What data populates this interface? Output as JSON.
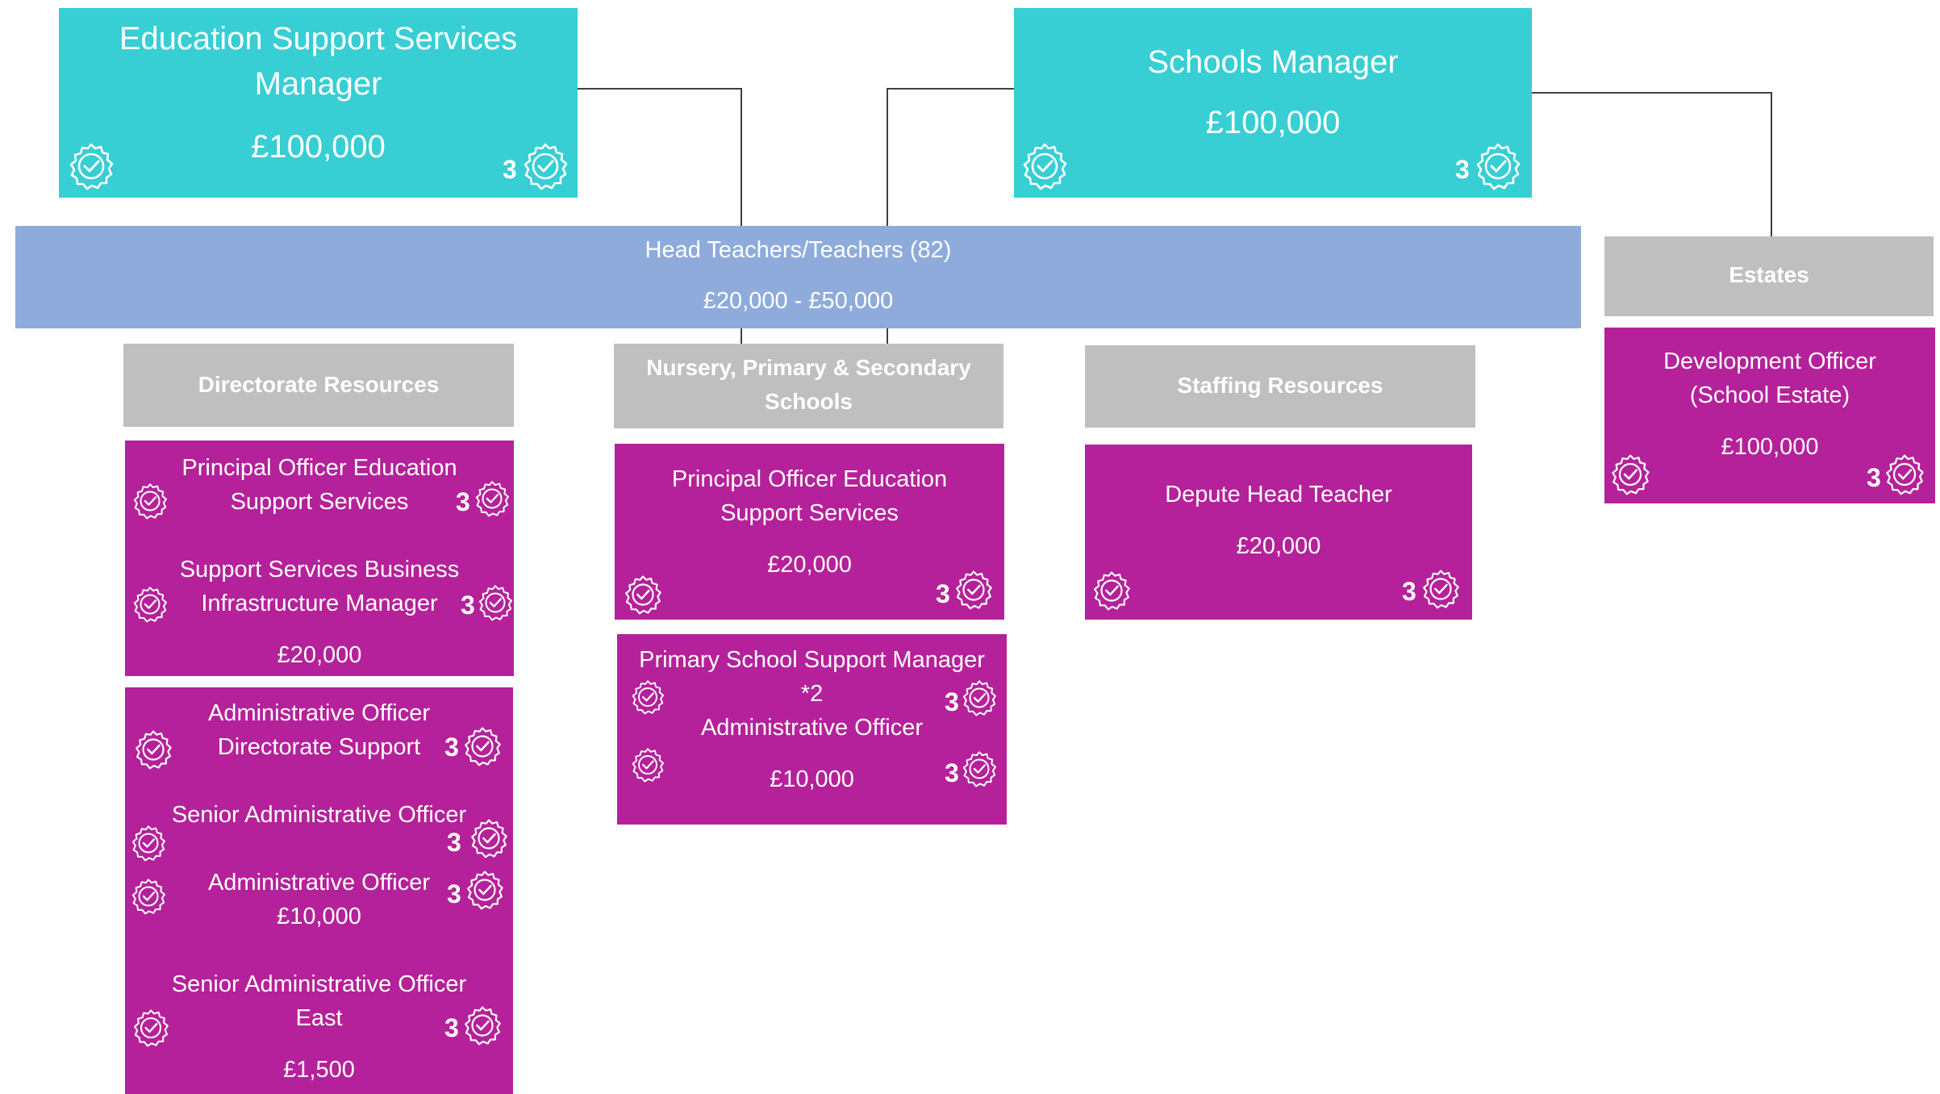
{
  "top": {
    "ess": {
      "line1": "Education Support Services",
      "line2": "Manager",
      "salary": "£100,000",
      "count": "3"
    },
    "schools": {
      "title": "Schools Manager",
      "salary": "£100,000",
      "count": "3"
    }
  },
  "teachers": {
    "title": "Head Teachers/Teachers (82)",
    "salary": "£20,000 - £50,000"
  },
  "estates": {
    "header": "Estates",
    "dev_line1": "Development Officer",
    "dev_line2": "(School Estate)",
    "dev_salary": "£100,000",
    "dev_count": "3"
  },
  "directorate": {
    "header": "Directorate Resources",
    "group1": {
      "r1_line1": "Principal Officer Education",
      "r1_line2": "Support Services",
      "r1_count": "3",
      "r2_line1": "Support Services Business",
      "r2_line2": "Infrastructure Manager",
      "r2_count": "3",
      "salary": "£20,000"
    },
    "group2": {
      "a_line1": "Administrative Officer",
      "a_line2": "Directorate Support",
      "a_count": "3",
      "b": "Senior Administrative Officer",
      "b_count": "3",
      "c": "Administrative Officer",
      "c_count": "3",
      "c_salary": "£10,000",
      "d_line1": "Senior Administrative Officer",
      "d_line2": "East",
      "d_count": "3",
      "d_salary": "£1,500"
    }
  },
  "schools_group": {
    "header_line1": "Nursery, Primary & Secondary",
    "header_line2": "Schools",
    "p1_line1": "Principal Officer Education",
    "p1_line2": "Support Services",
    "p1_salary": "£20,000",
    "p1_count": "3",
    "p2_line1": "Primary School Support Manager",
    "p2_line2": "*2",
    "p2_line3": "Administrative Officer",
    "p2_salary": "£10,000",
    "p2_count1": "3",
    "p2_count2": "3"
  },
  "staffing": {
    "header": "Staffing Resources",
    "title": "Depute Head Teacher",
    "salary": "£20,000",
    "count": "3"
  },
  "colors": {
    "teal": "#37ced4",
    "blue": "#8eabdc",
    "grey": "#bfbfbf",
    "magenta": "#b5219a",
    "connector": "#404040"
  },
  "icons": {
    "badge": "verified-badge-icon"
  }
}
